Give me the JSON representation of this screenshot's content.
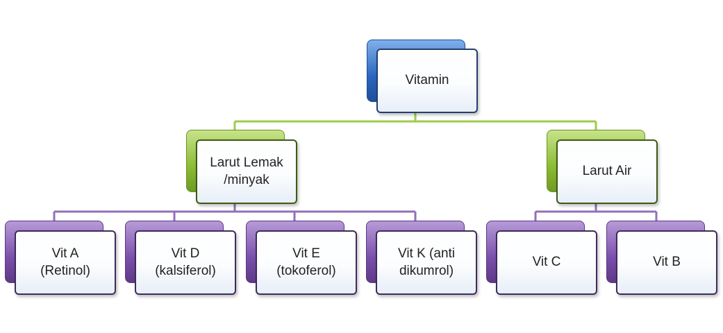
{
  "diagram": {
    "root": {
      "label": "Vitamin"
    },
    "categories": [
      {
        "label": "Larut Lemak\n/minyak",
        "children": [
          {
            "label": "Vit A\n(Retinol)"
          },
          {
            "label": "Vit D\n(kalsiferol)"
          },
          {
            "label": "Vit E\n(tokoferol)"
          },
          {
            "label": "Vit K (anti\ndikumrol)"
          }
        ]
      },
      {
        "label": "Larut Air",
        "children": [
          {
            "label": "Vit C"
          },
          {
            "label": "Vit B"
          }
        ]
      }
    ]
  },
  "colors": {
    "root_accent": "#2a66bf",
    "category_accent": "#8cbb34",
    "leaf_accent": "#7a4fab",
    "connector_green": "#9acd4a",
    "connector_purple": "#9270b8"
  }
}
